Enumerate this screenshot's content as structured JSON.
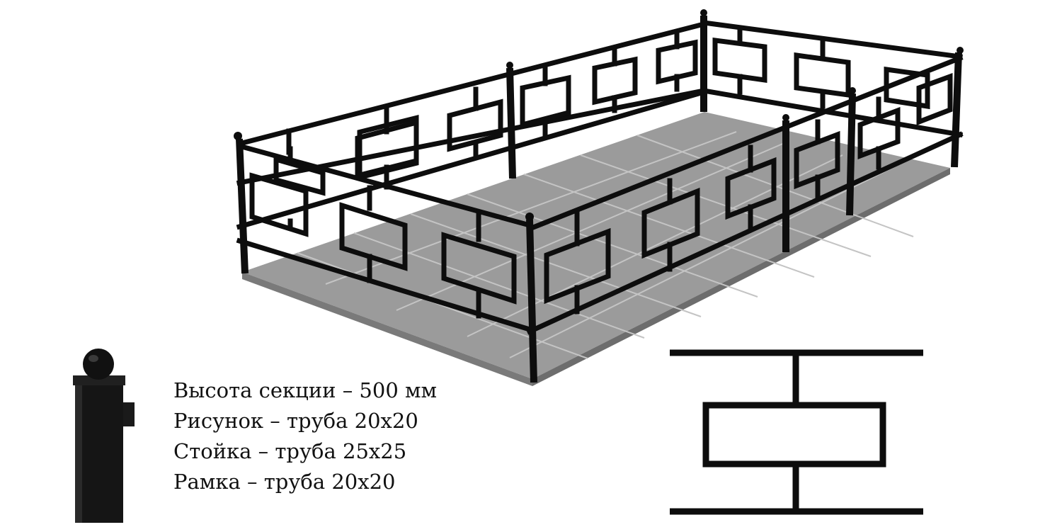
{
  "specs": [
    "Высота секции – 500 мм",
    "Рисунок – труба 20х20",
    "Стойка – труба 25х25",
    "Рамка – труба 20х20"
  ],
  "colors": {
    "metal": "#0d0d0d",
    "slab": "#9a9a9a",
    "slab_edge": "#7a7a7a",
    "tile_line": "#c4c4c4"
  }
}
